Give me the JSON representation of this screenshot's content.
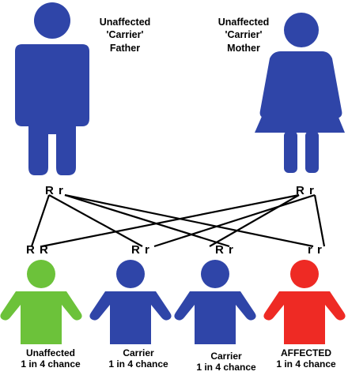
{
  "parents": [
    {
      "id": "father",
      "line1": "Unaffected",
      "line2": "'Carrier'",
      "line3": "Father",
      "alleles": "R r",
      "color": "#2f45a8"
    },
    {
      "id": "mother",
      "line1": "Unaffected",
      "line2": "'Carrier'",
      "line3": "Mother",
      "alleles": "R r",
      "color": "#2f45a8"
    }
  ],
  "children": [
    {
      "alleles": "R R",
      "status": "Unaffected",
      "chance": "1 in 4 chance",
      "color": "#6cc23a"
    },
    {
      "alleles": "R r",
      "status": "Carrier",
      "chance": "1 in 4 chance",
      "color": "#2f45a8"
    },
    {
      "alleles": "R r",
      "status": "Carrier",
      "chance": "1 in 4 chance",
      "color": "#2f45a8"
    },
    {
      "alleles": "r r",
      "status": "AFFECTED",
      "chance": "1 in 4 chance",
      "color": "#ee2a24"
    }
  ]
}
